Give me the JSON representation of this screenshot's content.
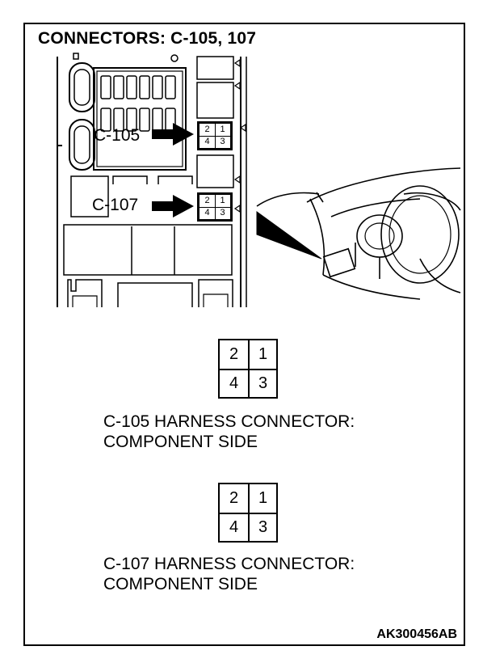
{
  "title": "CONNECTORS: C-105, 107",
  "callouts": {
    "c105": "C-105",
    "c107": "C-107"
  },
  "mini_connector": {
    "top_left": "2",
    "top_right": "1",
    "bottom_left": "4",
    "bottom_right": "3"
  },
  "connectors": [
    {
      "pins": {
        "top_left": "2",
        "top_right": "1",
        "bottom_left": "4",
        "bottom_right": "3"
      },
      "caption_line1": "C-105 HARNESS CONNECTOR:",
      "caption_line2": "COMPONENT SIDE"
    },
    {
      "pins": {
        "top_left": "2",
        "top_right": "1",
        "bottom_left": "4",
        "bottom_right": "3"
      },
      "caption_line1": "C-107 HARNESS CONNECTOR:",
      "caption_line2": "COMPONENT SIDE"
    }
  ],
  "figure_code": "AK300456AB"
}
